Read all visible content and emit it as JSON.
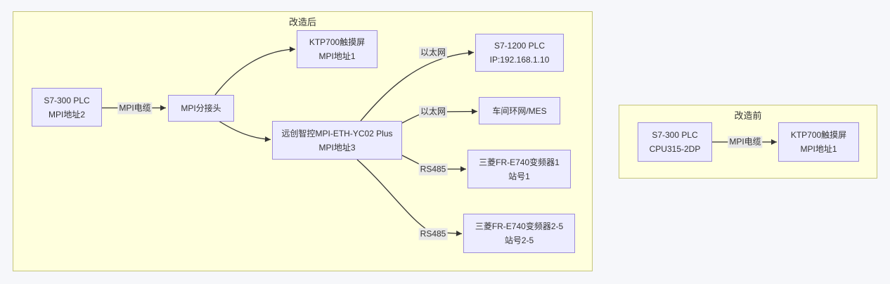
{
  "diagram": {
    "clusters": {
      "after": {
        "title": "改造后"
      },
      "before": {
        "title": "改造前"
      }
    },
    "nodes": {
      "s7300_after": {
        "line1": "S7-300 PLC",
        "line2": "MPI地址2"
      },
      "mpi_splitter": {
        "line1": "MPI分接头"
      },
      "ktp700_after": {
        "line1": "KTP700触摸屏",
        "line2": "MPI地址1"
      },
      "s71200": {
        "line1": "S7-1200 PLC",
        "line2": "IP:192.168.1.10"
      },
      "mes": {
        "line1": "车间环网/MES"
      },
      "gateway": {
        "line1": "远创智控MPI-ETH-YC02 Plus",
        "line2": "MPI地址3"
      },
      "vfd1": {
        "line1": "三菱FR-E740变频器1",
        "line2": "站号1"
      },
      "vfd2_5": {
        "line1": "三菱FR-E740变频器2-5",
        "line2": "站号2-5"
      },
      "s7300_before": {
        "line1": "S7-300 PLC",
        "line2": "CPU315-2DP"
      },
      "ktp700_before": {
        "line1": "KTP700触摸屏",
        "line2": "MPI地址1"
      }
    },
    "edge_labels": {
      "mpi_cable_after": "MPI电缆",
      "ethernet_1": "以太网",
      "ethernet_2": "以太网",
      "rs485_1": "RS485",
      "rs485_2": "RS485",
      "mpi_cable_before": "MPI电缆"
    },
    "colors": {
      "page_bg": "#f6f7fa",
      "cluster_fill": "#ffffde",
      "cluster_border": "#c5c57c",
      "node_fill": "#ECECFF",
      "node_border": "#9f8ed8",
      "edge_stroke": "#333333",
      "edge_label_bg": "#e8e8e8",
      "text": "#333333"
    }
  }
}
